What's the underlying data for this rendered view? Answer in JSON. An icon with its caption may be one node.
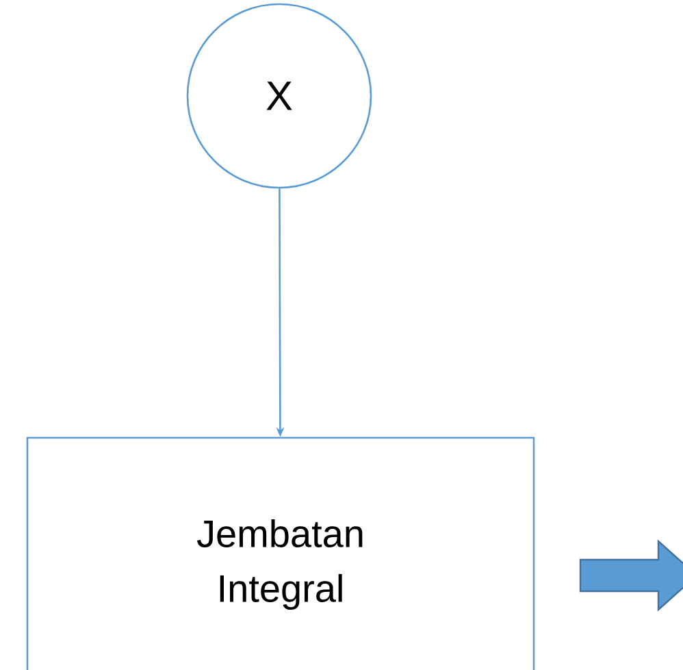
{
  "diagram": {
    "nodes": [
      {
        "text": [
          "X"
        ]
      },
      {
        "text": [
          "Jembatan Integral"
        ]
      }
    ],
    "edges": [
      {
        "from": 0,
        "to": 1,
        "arrow": "to"
      }
    ]
  }
}
